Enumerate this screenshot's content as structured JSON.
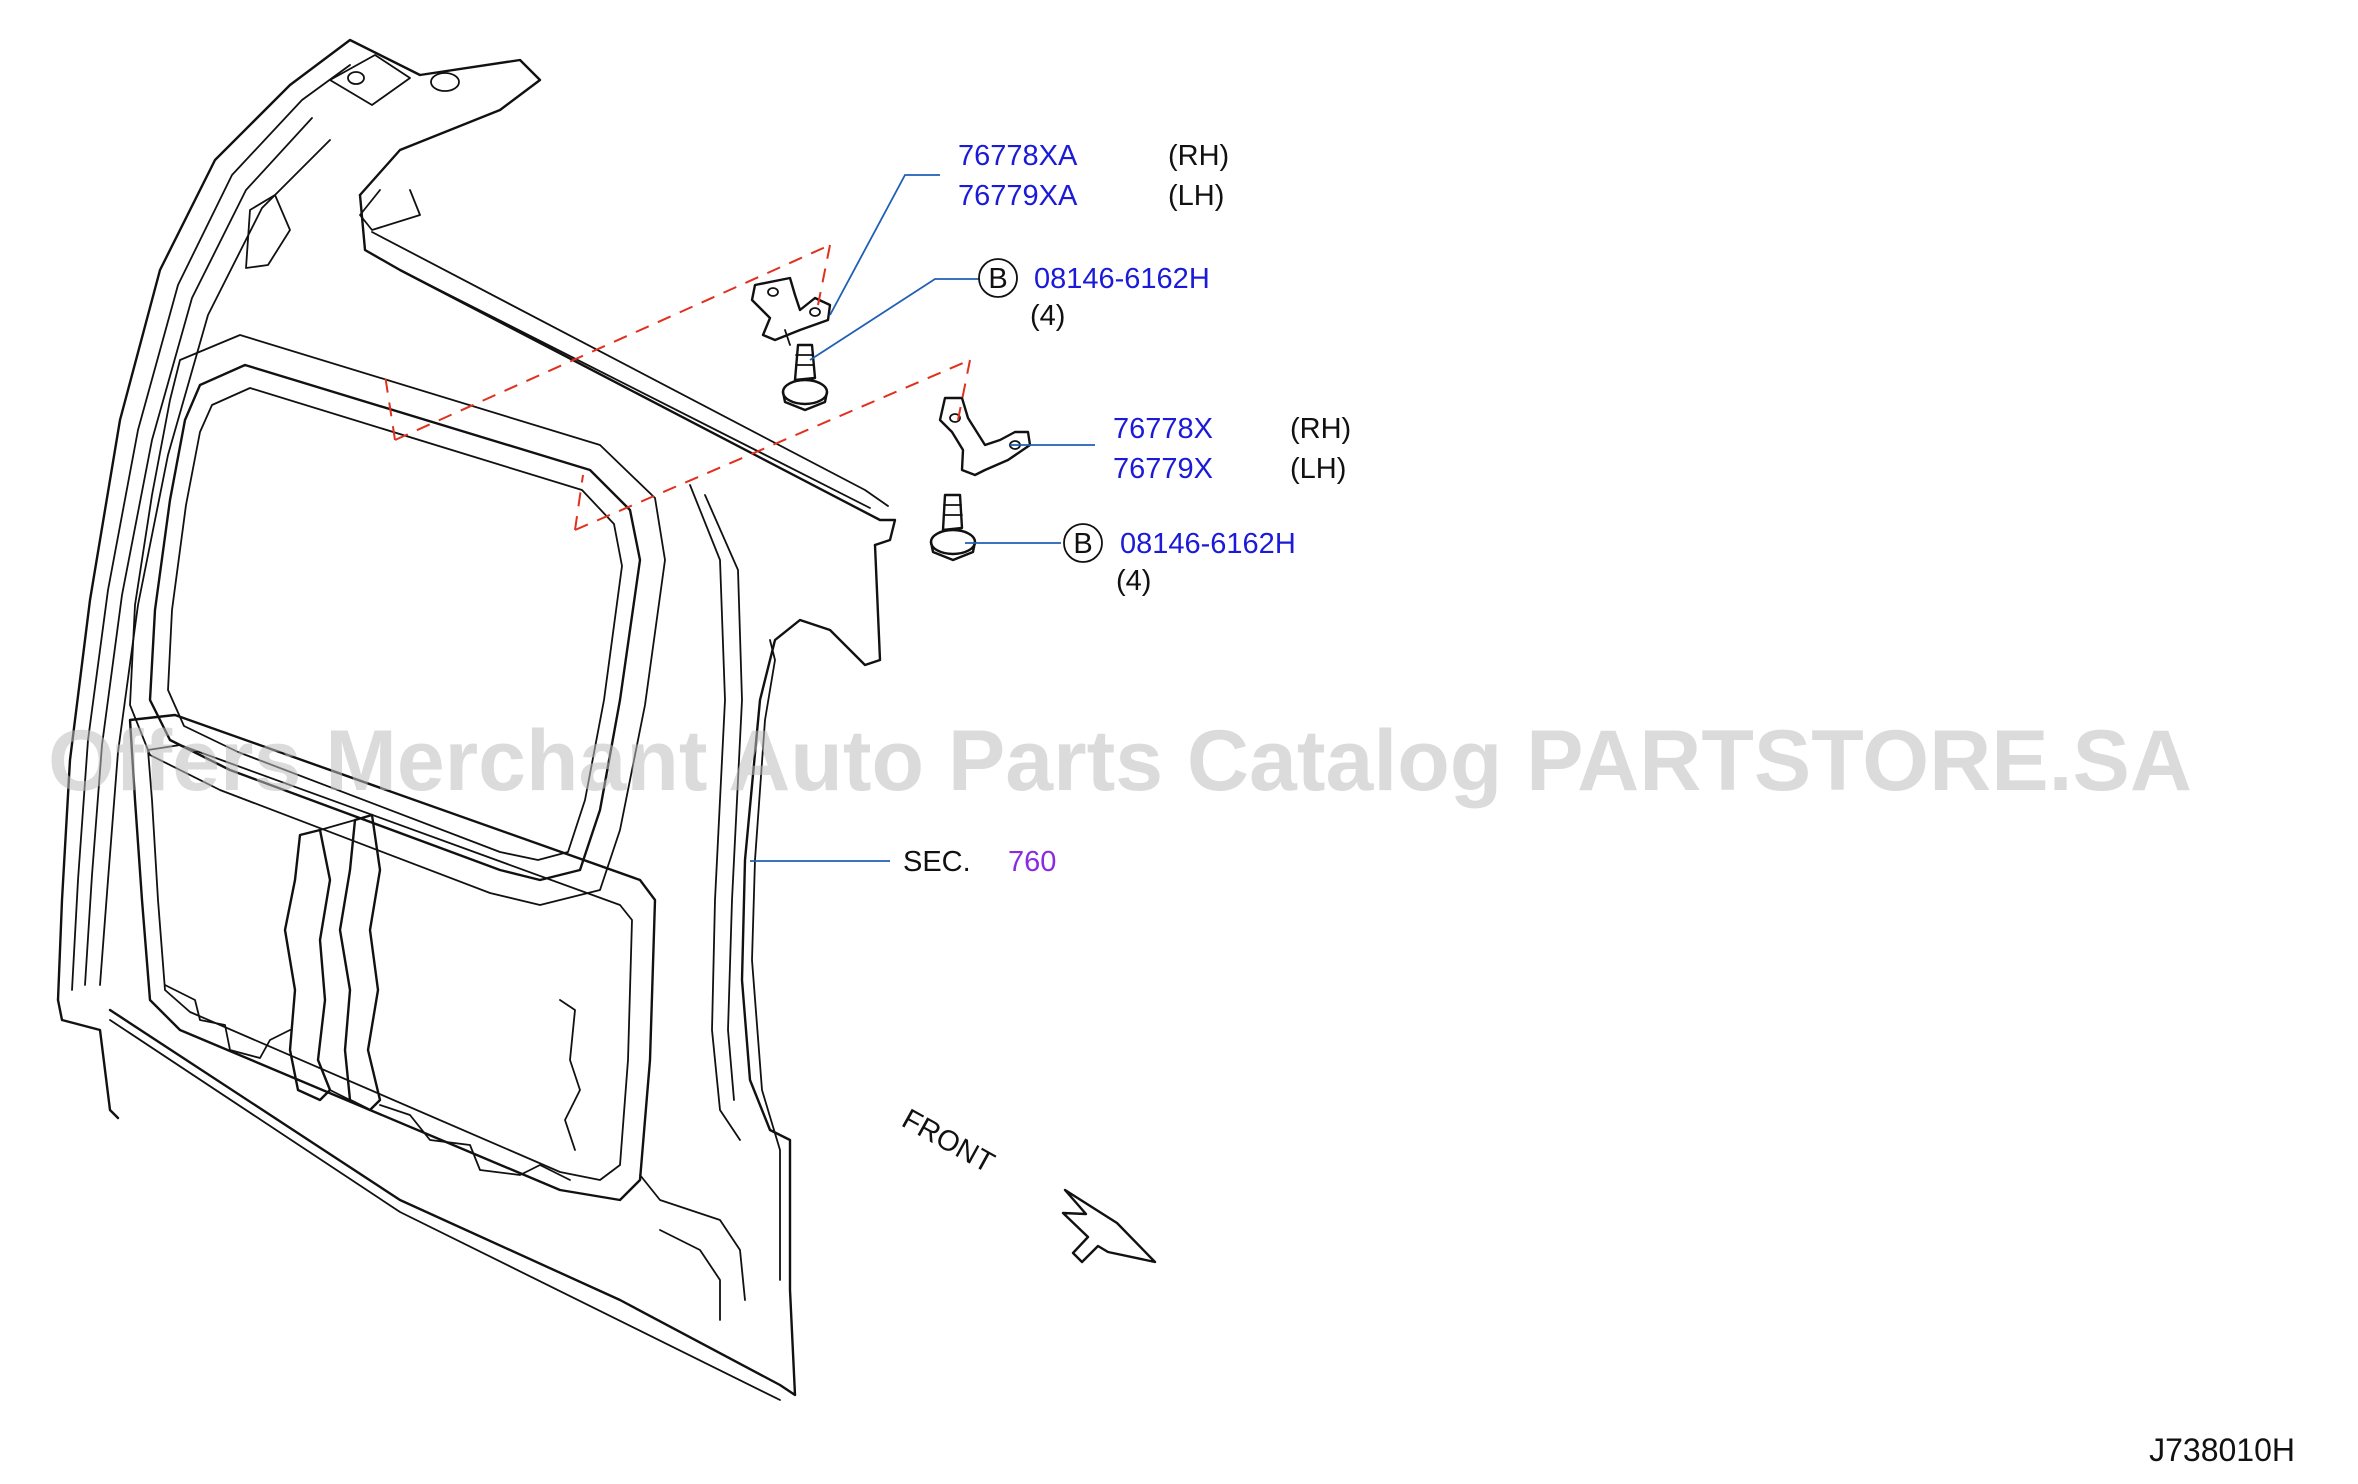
{
  "watermark": "Offers Merchant Auto Parts Catalog PARTSTORE.SA",
  "callouts": {
    "upper_bracket": {
      "pn_rh": "76778XA",
      "side_rh": "(RH)",
      "pn_lh": "76779XA",
      "side_lh": "(LH)"
    },
    "upper_bolt": {
      "symbol": "B",
      "pn": "08146-6162H",
      "qty": "(4)"
    },
    "lower_bracket": {
      "pn_rh": "76778X",
      "side_rh": "(RH)",
      "pn_lh": "76779X",
      "side_lh": "(LH)"
    },
    "lower_bolt": {
      "symbol": "B",
      "pn": "08146-6162H",
      "qty": "(4)"
    },
    "section": {
      "prefix": "SEC.",
      "number": "760"
    }
  },
  "direction_label": "FRONT",
  "drawing_code": "J738010H",
  "colors": {
    "part_number": "#1a1ad8",
    "section_number": "#8a2be2",
    "leader_line": "#1f5fb5",
    "phantom_line": "#e0301e",
    "watermark": "#bdbdbd"
  }
}
